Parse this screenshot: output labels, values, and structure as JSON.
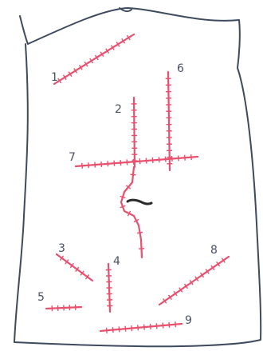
{
  "diagram": {
    "subject": "abdominal incisions on torso outline",
    "colors": {
      "outline": "#3e4a5e",
      "incision": "#e8506e",
      "umbilicus": "#2b2b2b",
      "label": "#4a5064"
    },
    "incisions": [
      {
        "id": "1",
        "label": "1"
      },
      {
        "id": "2",
        "label": "2"
      },
      {
        "id": "3",
        "label": "3"
      },
      {
        "id": "4",
        "label": "4"
      },
      {
        "id": "5",
        "label": "5"
      },
      {
        "id": "6",
        "label": "6"
      },
      {
        "id": "7",
        "label": "7"
      },
      {
        "id": "8",
        "label": "8"
      },
      {
        "id": "9",
        "label": "9"
      }
    ]
  }
}
